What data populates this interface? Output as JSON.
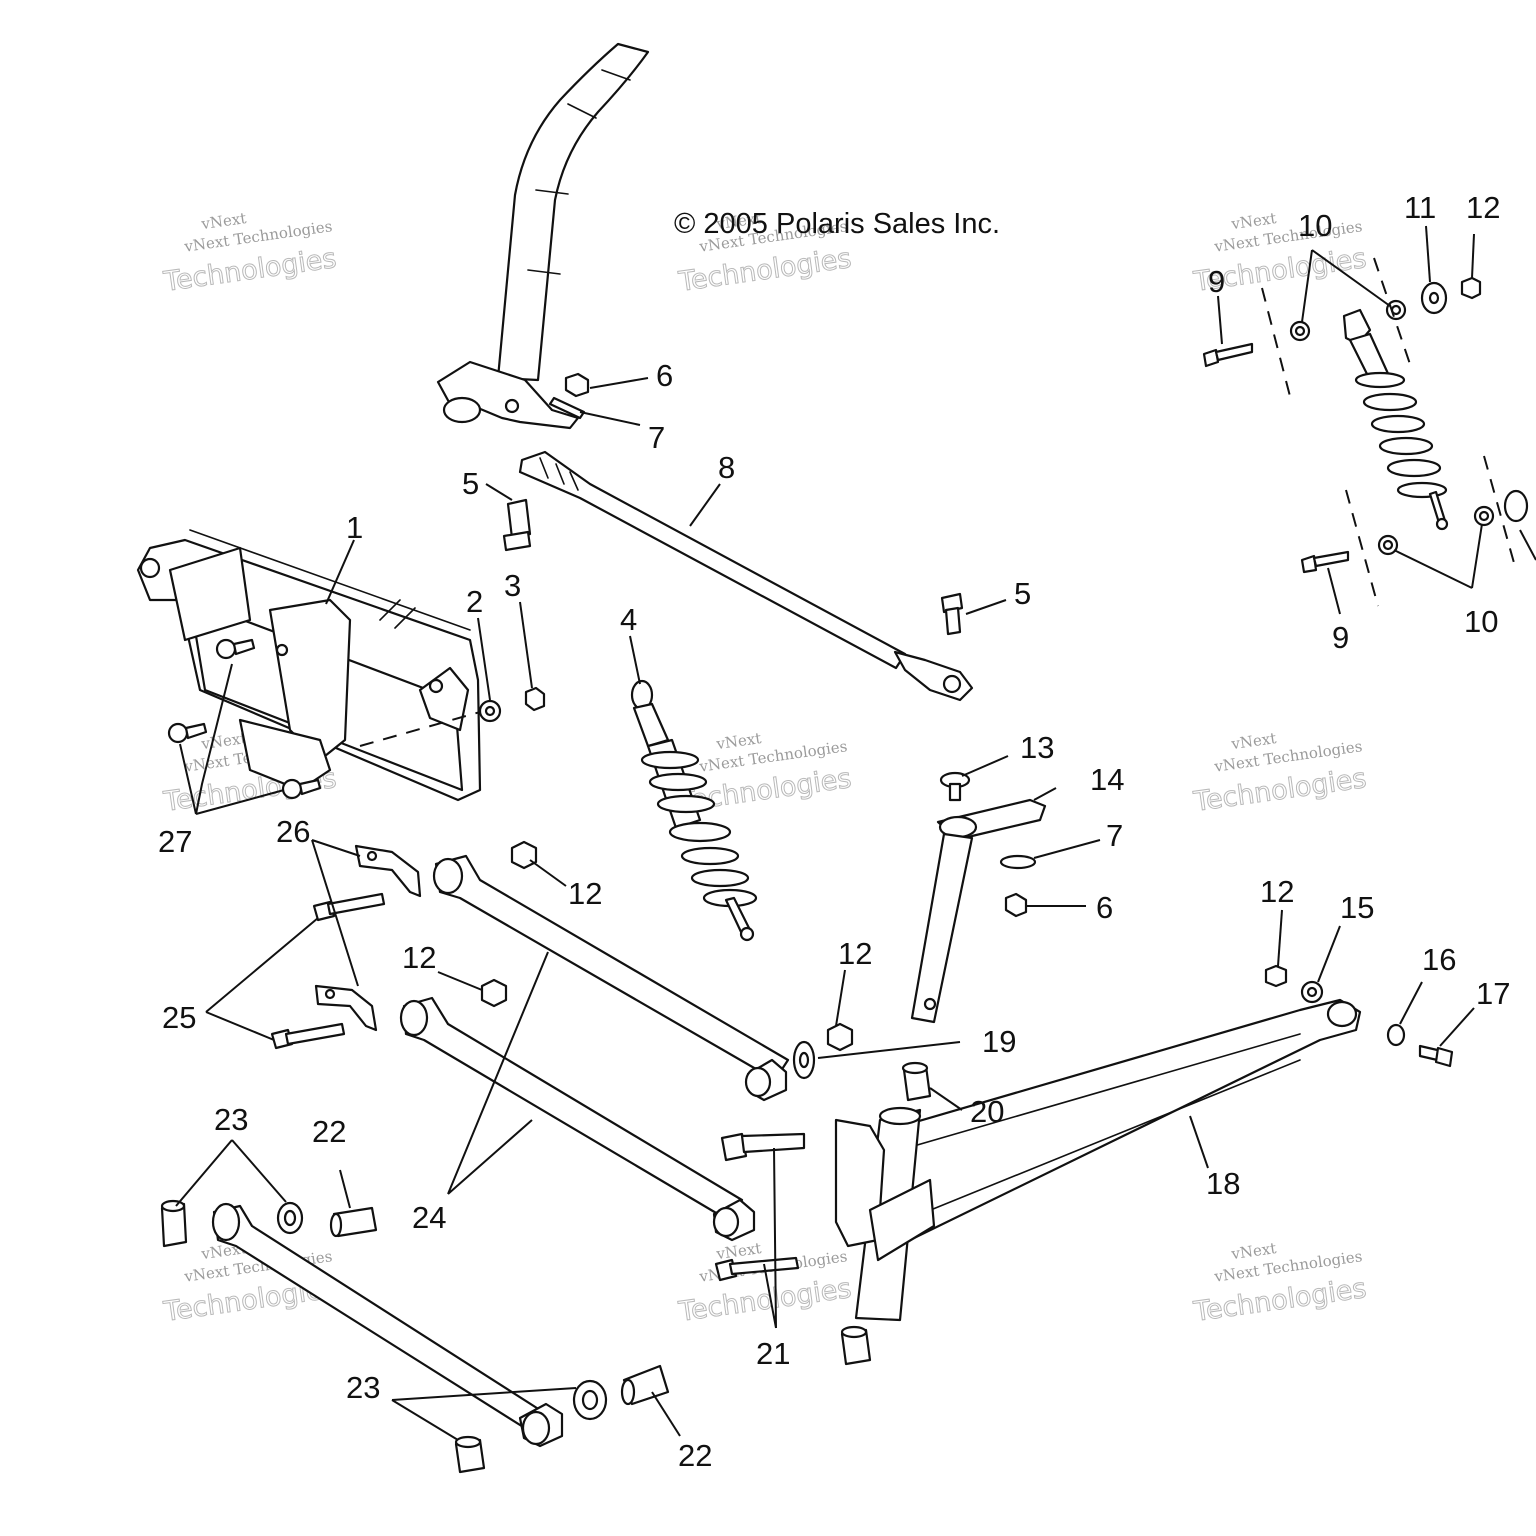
{
  "copyright": "© 2005 Polaris Sales Inc.",
  "watermark": {
    "line1": "vNext",
    "line2": "vNext Technologies",
    "line3": "Technologies"
  },
  "callouts": {
    "c1": "1",
    "c2": "2",
    "c3": "3",
    "c4": "4",
    "c5a": "5",
    "c5b": "5",
    "c6a": "6",
    "c6b": "6",
    "c7a": "7",
    "c7b": "7",
    "c8": "8",
    "c9a": "9",
    "c9b": "9",
    "c10a": "10",
    "c10b": "10",
    "c11": "11",
    "c12a": "12",
    "c12b": "12",
    "c12c": "12",
    "c12d": "12",
    "c12e": "12",
    "c13": "13",
    "c14": "14",
    "c15": "15",
    "c16": "16",
    "c17": "17",
    "c18": "18",
    "c19": "19",
    "c20": "20",
    "c21": "21",
    "c22a": "22",
    "c22b": "22",
    "c23a": "23",
    "c23b": "23",
    "c24": "24",
    "c25": "25",
    "c26": "26",
    "c27": "27"
  }
}
